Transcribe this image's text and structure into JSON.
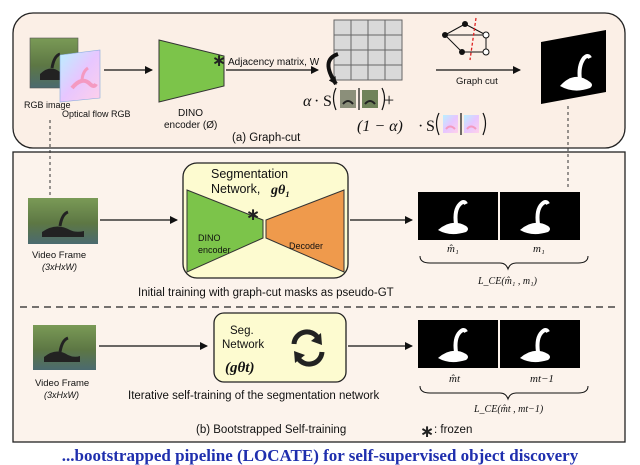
{
  "graph_cut_panel": {
    "caption": "(a) Graph-cut",
    "rgb_image_label": "RGB image",
    "optical_flow_label": "Optical flow RGB",
    "encoder_label_line1": "DINO",
    "encoder_label_line2": "encoder (Ø)",
    "adjacency_label": "Adjacency matrix, W",
    "graph_cut_label": "Graph cut",
    "formula": {
      "alpha": "α",
      "dot": "·",
      "s": "S",
      "plus": "+",
      "one_minus_alpha": "(1 − α)"
    }
  },
  "self_training_panel": {
    "caption": "(b) Bootstrapped Self-training",
    "frozen_legend": ": frozen",
    "initial": {
      "frame_label": "Video Frame",
      "frame_dims": "(3xHxW)",
      "network_title_line1": "Segmentation",
      "network_title_line2": "Network,",
      "network_symbol": "gθ₁",
      "encoder_line1": "DINO",
      "encoder_line2": "encoder",
      "decoder_label": "Decoder",
      "mask_pred_label": "m̂₁",
      "mask_gt_label": "m₁",
      "loss_label": "L_CE(m̂₁ , m₁)",
      "caption": "Initial training with graph-cut masks as pseudo-GT"
    },
    "iterative": {
      "frame_label": "Video Frame",
      "frame_dims": "(3xHxW)",
      "network_line1": "Seg.",
      "network_line2": "Network",
      "network_symbol": "(gθt)",
      "mask_pred_label": "m̂t",
      "mask_gt_label": "mt−1",
      "loss_label": "L_CE(m̂t , mt−1)",
      "caption": "Iterative self-training of the segmentation network"
    }
  },
  "footer_caption": "...bootstrapped pipeline (LOCATE) for self-supervised object discovery",
  "colors": {
    "panel_a_fill": "#fbefe6",
    "panel_b_fill": "#fcf3ec",
    "encoder_green": "#7cc44a",
    "decoder_orange": "#ef9a4c",
    "network_fill": "#fdfbd0",
    "caption_blue": "#1f2fae"
  }
}
